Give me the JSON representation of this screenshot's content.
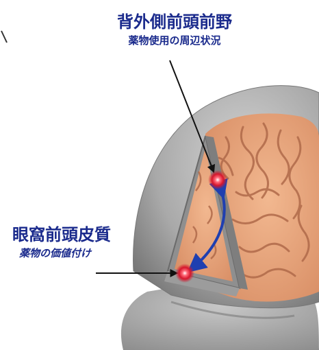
{
  "labels": {
    "dlpfc": {
      "title": "背外側前頭前野",
      "subtitle": "薬物使用の周辺状況"
    },
    "ofc": {
      "title": "眼窩前頭皮質",
      "subtitle": "薬物の価値付け"
    }
  },
  "colors": {
    "label_text": "#1a2a8c",
    "connection_arrow": "#1f3fb0",
    "pointer_line": "#111111",
    "cortex": "#e3a07a",
    "sulci": "#b06a4a",
    "skull": "#9a9a9a",
    "region_marker": "#d6162c"
  }
}
